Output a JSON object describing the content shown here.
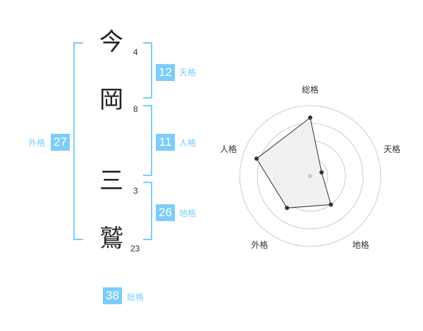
{
  "name": {
    "characters": [
      {
        "char": "今",
        "strokes": "4"
      },
      {
        "char": "岡",
        "strokes": "8"
      },
      {
        "char": "三",
        "strokes": "3"
      },
      {
        "char": "鷲",
        "strokes": "23"
      }
    ]
  },
  "kaku": {
    "ten": {
      "value": "12",
      "label": "天格"
    },
    "jin": {
      "value": "11",
      "label": "人格"
    },
    "chi": {
      "value": "26",
      "label": "地格"
    },
    "gai": {
      "value": "27",
      "label": "外格"
    },
    "sou": {
      "value": "38",
      "label": "総格"
    }
  },
  "chart_data": {
    "type": "radar",
    "axes": [
      "総格",
      "天格",
      "地格",
      "外格",
      "人格"
    ],
    "values": [
      0.83,
      0.17,
      0.5,
      0.56,
      0.8
    ],
    "max": 1,
    "rings": 4,
    "colors": {
      "fill": "#eeeeee",
      "stroke": "#333333",
      "ring": "#cccccc",
      "center": "#cccccc"
    }
  }
}
